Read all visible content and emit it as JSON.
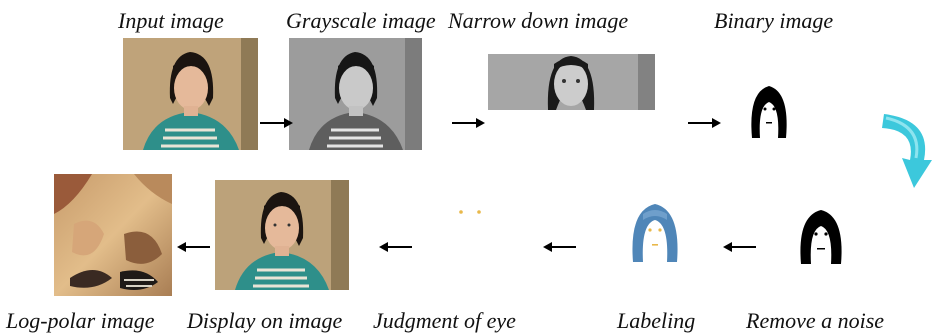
{
  "steps": {
    "input": "Input image",
    "grayscale": "Grayscale image",
    "narrow": "Narrow down image",
    "binary": "Binary image",
    "remove_noise": "Remove a noise",
    "labeling": "Labeling",
    "judgment": "Judgment of eye",
    "display": "Display on image",
    "logpolar": "Log-polar image"
  },
  "colors": {
    "flow_arrow": "#000000",
    "turn_arrow": "#3cc8dc",
    "label_blue": "#4f86b8",
    "eye_marker": "#e8b84a"
  },
  "icons": {
    "turn": "curved-turn-arrow-icon"
  }
}
